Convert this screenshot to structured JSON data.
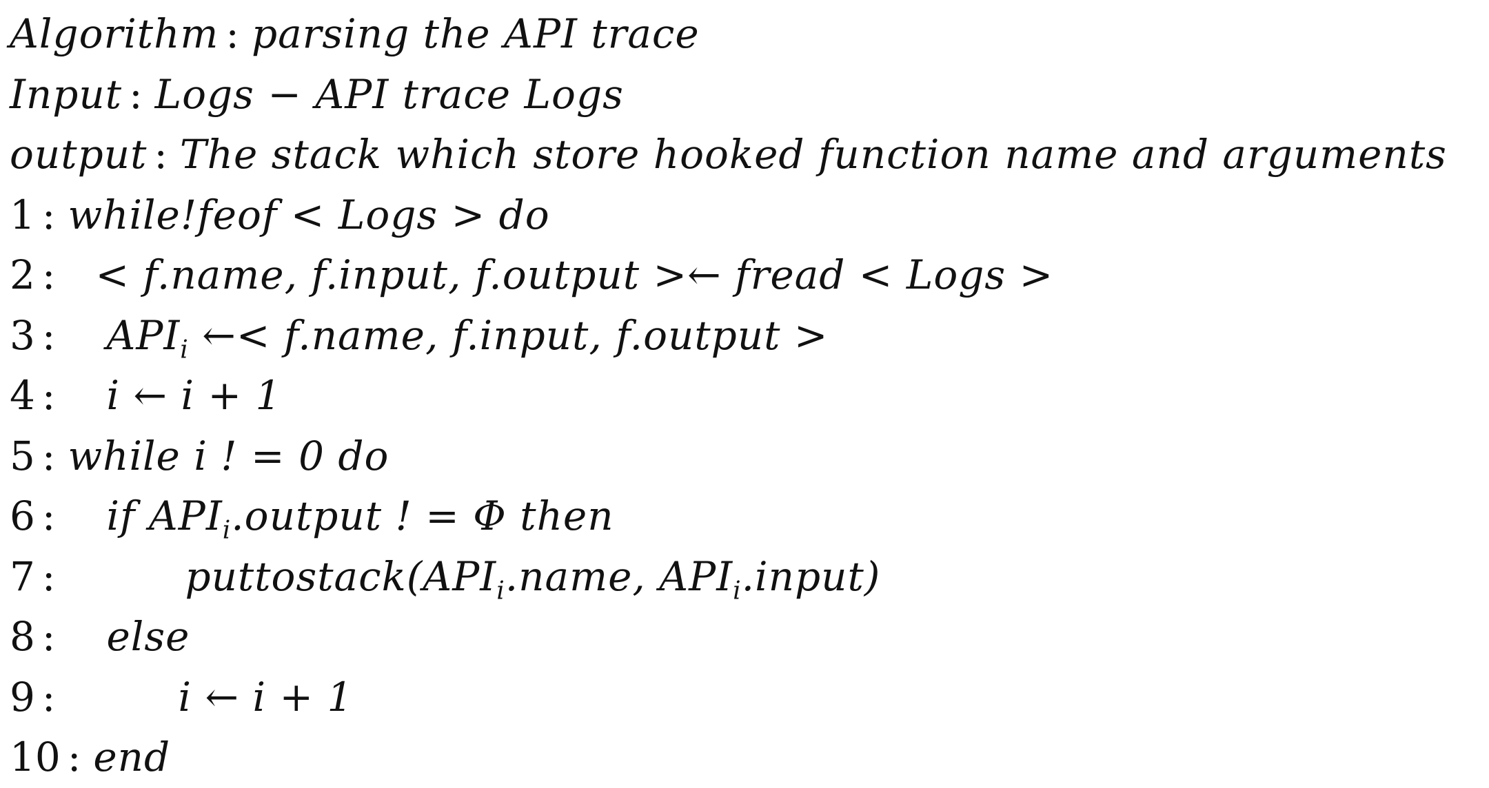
{
  "header": {
    "algorithm_label": "Algorithm",
    "algorithm_value": "parsing the API trace",
    "input_label": "Input",
    "input_value": "Logs − API trace Logs",
    "output_label": "output",
    "output_value": "The stack which store hooked function name and arguments"
  },
  "lines": [
    {
      "num": "1",
      "text": "while!feof < Logs > do"
    },
    {
      "num": "2",
      "text": "< f.name, f.input, f.output >← fread < Logs >"
    },
    {
      "num": "3",
      "text_pre": "API",
      "sub": "i",
      "text_post": " ←< f.name, f.input, f.output >"
    },
    {
      "num": "4",
      "text": "i ← i + 1"
    },
    {
      "num": "5",
      "text": "while i ! = 0 do"
    },
    {
      "num": "6",
      "text_pre": "if API",
      "sub": "i",
      "text_post": ".output ! = Φ then"
    },
    {
      "num": "7",
      "text_a": "puttostack(API",
      "sub_a": "i",
      "text_b": ".name, API",
      "sub_b": "i",
      "text_c": ".input)"
    },
    {
      "num": "8",
      "text": "else"
    },
    {
      "num": "9",
      "text": "i ← i + 1"
    },
    {
      "num": "10",
      "text": "end"
    }
  ]
}
